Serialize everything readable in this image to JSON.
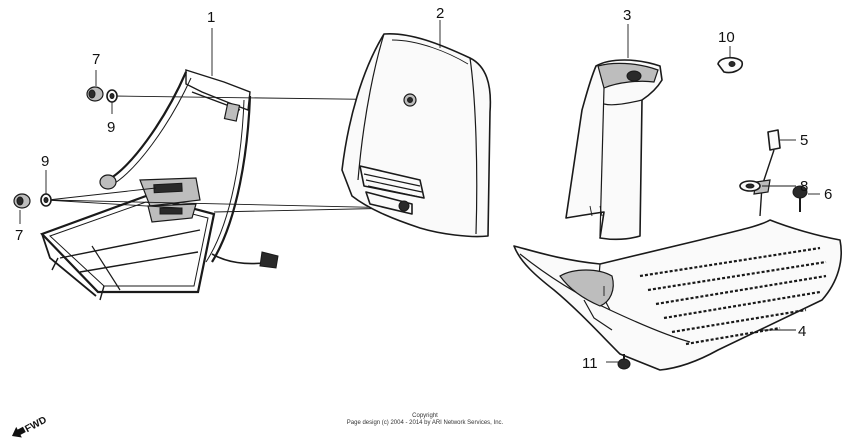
{
  "callouts": {
    "c1": "1",
    "c2": "2",
    "c3": "3",
    "c4": "4",
    "c5": "5",
    "c6": "6",
    "c7a": "7",
    "c7b": "7",
    "c8": "8",
    "c9a": "9",
    "c9b": "9",
    "c10": "10",
    "c11": "11"
  },
  "direction": {
    "label": "FWD"
  },
  "footer": {
    "line1": "Copyright",
    "line2": "Page design (c) 2004 - 2014 by ARI Network Services, Inc."
  }
}
